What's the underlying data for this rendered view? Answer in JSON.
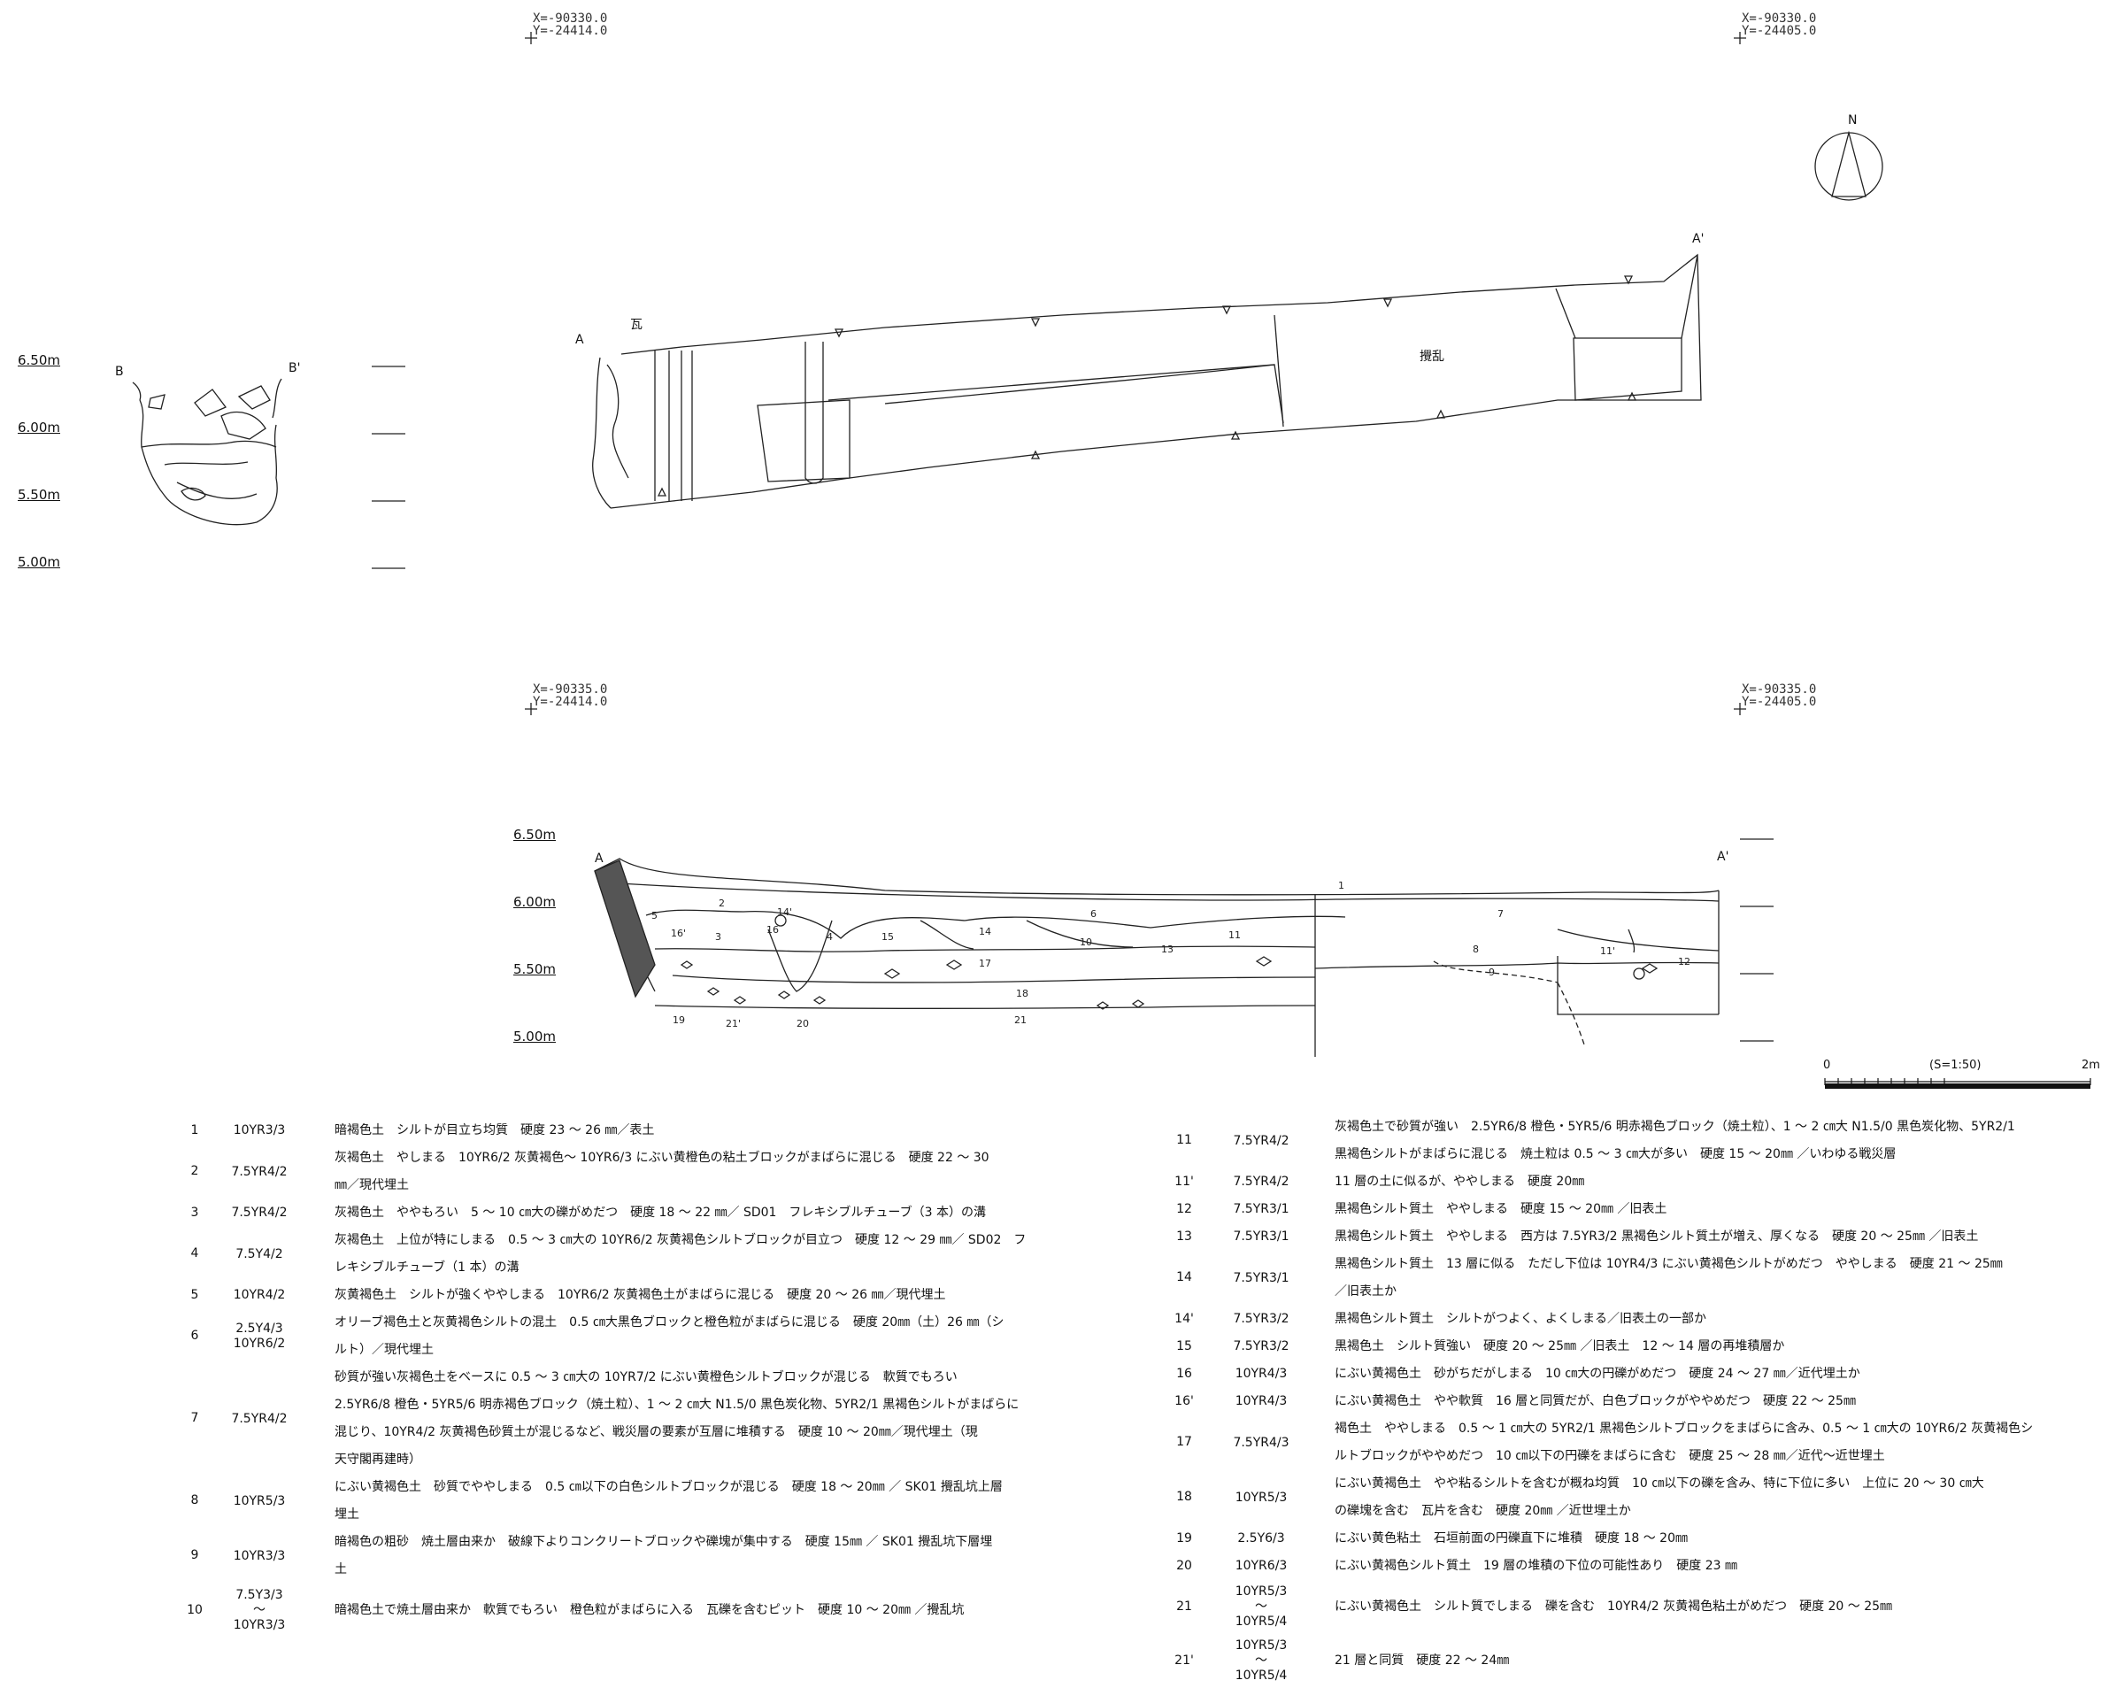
{
  "coords": {
    "top_left": "X=-90330.0\nY=-24414.0",
    "top_right": "X=-90330.0\nY=-24405.0",
    "mid_left": "X=-90335.0\nY=-24414.0",
    "mid_right": "X=-90335.0\nY=-24405.0"
  },
  "levels": [
    "6.50m",
    "6.00m",
    "5.50m",
    "5.00m"
  ],
  "labels": {
    "north": "N",
    "b": "B",
    "b_prime": "B'",
    "a": "A",
    "a_prime": "A'",
    "a_prime_plan": "A'",
    "kawara": "瓦",
    "disturbed": "攪乱"
  },
  "section_numbers": [
    "1",
    "2",
    "3",
    "4",
    "5",
    "6",
    "7",
    "8",
    "9",
    "10",
    "11",
    "12",
    "13",
    "14",
    "14'",
    "15",
    "16",
    "16'",
    "17",
    "18",
    "19",
    "20",
    "21",
    "21'",
    "11'"
  ],
  "scale": {
    "zero": "0",
    "ratio": "(S=1:50)",
    "max": "2m"
  },
  "layers_left": [
    {
      "no": "1",
      "munsell": [
        "10YR3/3"
      ],
      "desc": [
        "暗褐色土　シルトが目立ち均質　硬度 23 ～ 26 ㎜／表土"
      ]
    },
    {
      "no": "2",
      "munsell": [
        "7.5YR4/2"
      ],
      "desc": [
        "灰褐色土　やしまる　10YR6/2 灰黄褐色～ 10YR6/3 にぶい黄橙色の粘土ブロックがまばらに混じる　硬度 22 ～ 30",
        "㎜／現代埋土"
      ]
    },
    {
      "no": "3",
      "munsell": [
        "7.5YR4/2"
      ],
      "desc": [
        "灰褐色土　ややもろい　5 ～ 10 ㎝大の礫がめだつ　硬度 18 ～ 22 ㎜／ SD01　フレキシブルチューブ（3 本）の溝"
      ]
    },
    {
      "no": "4",
      "munsell": [
        "7.5Y4/2"
      ],
      "desc": [
        "灰褐色土　上位が特にしまる　0.5 ～ 3 ㎝大の 10YR6/2 灰黄褐色シルトブロックが目立つ　硬度 12 ～ 29 ㎜／ SD02　フ",
        "レキシブルチューブ（1 本）の溝"
      ]
    },
    {
      "no": "5",
      "munsell": [
        "10YR4/2"
      ],
      "desc": [
        "灰黄褐色土　シルトが強くややしまる　10YR6/2 灰黄褐色土がまばらに混じる　硬度 20 ～ 26 ㎜／現代埋土"
      ]
    },
    {
      "no": "6",
      "munsell": [
        "2.5Y4/3",
        "10YR6/2"
      ],
      "desc": [
        "オリーブ褐色土と灰黄褐色シルトの混土　0.5 ㎝大黒色ブロックと橙色粒がまばらに混じる　硬度 20㎜（土）26 ㎜（シ",
        "ルト）／現代埋土"
      ]
    },
    {
      "no": "7",
      "munsell": [
        "7.5YR4/2"
      ],
      "desc": [
        "砂質が強い灰褐色土をベースに 0.5 ～ 3 ㎝大の 10YR7/2 にぶい黄橙色シルトブロックが混じる　軟質でもろい",
        "2.5YR6/8 橙色・5YR5/6 明赤褐色ブロック（焼土粒）、1 ～ 2 ㎝大 N1.5/0 黒色炭化物、5YR2/1 黒褐色シルトがまばらに",
        "混じり、10YR4/2 灰黄褐色砂質土が混じるなど、戦災層の要素が互層に堆積する　硬度 10 ～ 20㎜／現代埋土（現",
        "天守閣再建時）"
      ]
    },
    {
      "no": "8",
      "munsell": [
        "10YR5/3"
      ],
      "desc": [
        "にぶい黄褐色土　砂質でややしまる　0.5 ㎝以下の白色シルトブロックが混じる　硬度 18 ～ 20㎜ ／ SK01 攪乱坑上層",
        "埋土"
      ]
    },
    {
      "no": "9",
      "munsell": [
        "10YR3/3"
      ],
      "desc": [
        "暗褐色の粗砂　焼土層由来か　破線下よりコンクリートブロックや礫塊が集中する　硬度 15㎜ ／ SK01 攪乱坑下層埋",
        "土"
      ]
    },
    {
      "no": "10",
      "munsell": [
        "7.5Y3/3",
        "～",
        "10YR3/3"
      ],
      "desc": [
        "暗褐色土で焼土層由来か　軟質でもろい　橙色粒がまばらに入る　瓦礫を含むピット　硬度 10 ～ 20㎜ ／攪乱坑"
      ]
    }
  ],
  "layers_right": [
    {
      "no": "11",
      "munsell": [
        "7.5YR4/2"
      ],
      "desc": [
        "灰褐色土で砂質が強い　2.5YR6/8 橙色・5YR5/6 明赤褐色ブロック（焼土粒）、1 ～ 2 ㎝大 N1.5/0 黒色炭化物、5YR2/1",
        "黒褐色シルトがまばらに混じる　焼土粒は 0.5 ～ 3 ㎝大が多い　硬度 15 ～ 20㎜ ／いわゆる戦災層"
      ]
    },
    {
      "no": "11'",
      "munsell": [
        "7.5YR4/2"
      ],
      "desc": [
        "11 層の土に似るが、ややしまる　硬度 20㎜"
      ]
    },
    {
      "no": "12",
      "munsell": [
        "7.5YR3/1"
      ],
      "desc": [
        "黒褐色シルト質土　ややしまる　硬度 15 ～ 20㎜ ／旧表土"
      ]
    },
    {
      "no": "13",
      "munsell": [
        "7.5YR3/1"
      ],
      "desc": [
        "黒褐色シルト質土　ややしまる　西方は 7.5YR3/2 黒褐色シルト質土が増え、厚くなる　硬度 20 ～ 25㎜ ／旧表土"
      ]
    },
    {
      "no": "14",
      "munsell": [
        "7.5YR3/1"
      ],
      "desc": [
        "黒褐色シルト質土　13 層に似る　ただし下位は 10YR4/3 にぶい黄褐色シルトがめだつ　ややしまる　硬度 21 ～ 25㎜",
        "／旧表土か"
      ]
    },
    {
      "no": "14'",
      "munsell": [
        "7.5YR3/2"
      ],
      "desc": [
        "黒褐色シルト質土　シルトがつよく、よくしまる／旧表土の一部か"
      ]
    },
    {
      "no": "15",
      "munsell": [
        "7.5YR3/2"
      ],
      "desc": [
        "黒褐色土　シルト質強い　硬度 20 ～ 25㎜ ／旧表土　12 ～ 14 層の再堆積層か"
      ]
    },
    {
      "no": "16",
      "munsell": [
        "10YR4/3"
      ],
      "desc": [
        "にぶい黄褐色土　砂がちだがしまる　10 ㎝大の円礫がめだつ　硬度 24 ～ 27 ㎜／近代埋土か"
      ]
    },
    {
      "no": "16'",
      "munsell": [
        "10YR4/3"
      ],
      "desc": [
        "にぶい黄褐色土　やや軟質　16 層と同質だが、白色ブロックがややめだつ　硬度 22 ～ 25㎜"
      ]
    },
    {
      "no": "17",
      "munsell": [
        "7.5YR4/3"
      ],
      "desc": [
        "褐色土　ややしまる　0.5 ～ 1 ㎝大の 5YR2/1 黒褐色シルトブロックをまばらに含み、0.5 ～ 1 ㎝大の 10YR6/2 灰黄褐色シ",
        "ルトブロックがややめだつ　10 ㎝以下の円礫をまばらに含む　硬度 25 ～ 28 ㎜／近代～近世埋土"
      ]
    },
    {
      "no": "18",
      "munsell": [
        "10YR5/3"
      ],
      "desc": [
        "にぶい黄褐色土　やや粘るシルトを含むが概ね均質　10 ㎝以下の礫を含み、特に下位に多い　上位に 20 ～ 30 ㎝大",
        "の礫塊を含む　瓦片を含む　硬度 20㎜ ／近世埋土か"
      ]
    },
    {
      "no": "19",
      "munsell": [
        "2.5Y6/3"
      ],
      "desc": [
        "にぶい黄色粘土　石垣前面の円礫直下に堆積　硬度 18 ～ 20㎜"
      ]
    },
    {
      "no": "20",
      "munsell": [
        "10YR6/3"
      ],
      "desc": [
        "にぶい黄褐色シルト質土　19 層の堆積の下位の可能性あり　硬度 23 ㎜"
      ]
    },
    {
      "no": "21",
      "munsell": [
        "10YR5/3",
        "～",
        "10YR5/4"
      ],
      "desc": [
        "にぶい黄褐色土　シルト質でしまる　礫を含む　10YR4/2 灰黄褐色粘土がめだつ　硬度 20 ～ 25㎜"
      ]
    },
    {
      "no": "21'",
      "munsell": [
        "10YR5/3",
        "～",
        "10YR5/4"
      ],
      "desc": [
        "21 層と同質　硬度 22 ～ 24㎜"
      ]
    }
  ]
}
